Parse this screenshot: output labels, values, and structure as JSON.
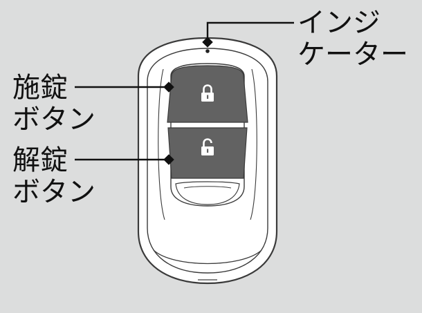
{
  "labels": {
    "lock_button": {
      "line1": "施錠",
      "line2": "ボタン"
    },
    "unlock_button": {
      "line1": "解錠",
      "line2": "ボタン"
    },
    "indicator": {
      "line1": "インジ",
      "line2": "ケーター"
    }
  },
  "icons": {
    "lock": "padlock-closed-icon",
    "unlock": "padlock-open-icon"
  },
  "colors": {
    "background": "#dcdddd",
    "fob_body": "#ffffff",
    "fob_outline": "#3a3a3a",
    "button": "#626262",
    "icon": "#ffffff",
    "leader_line": "#111111"
  }
}
